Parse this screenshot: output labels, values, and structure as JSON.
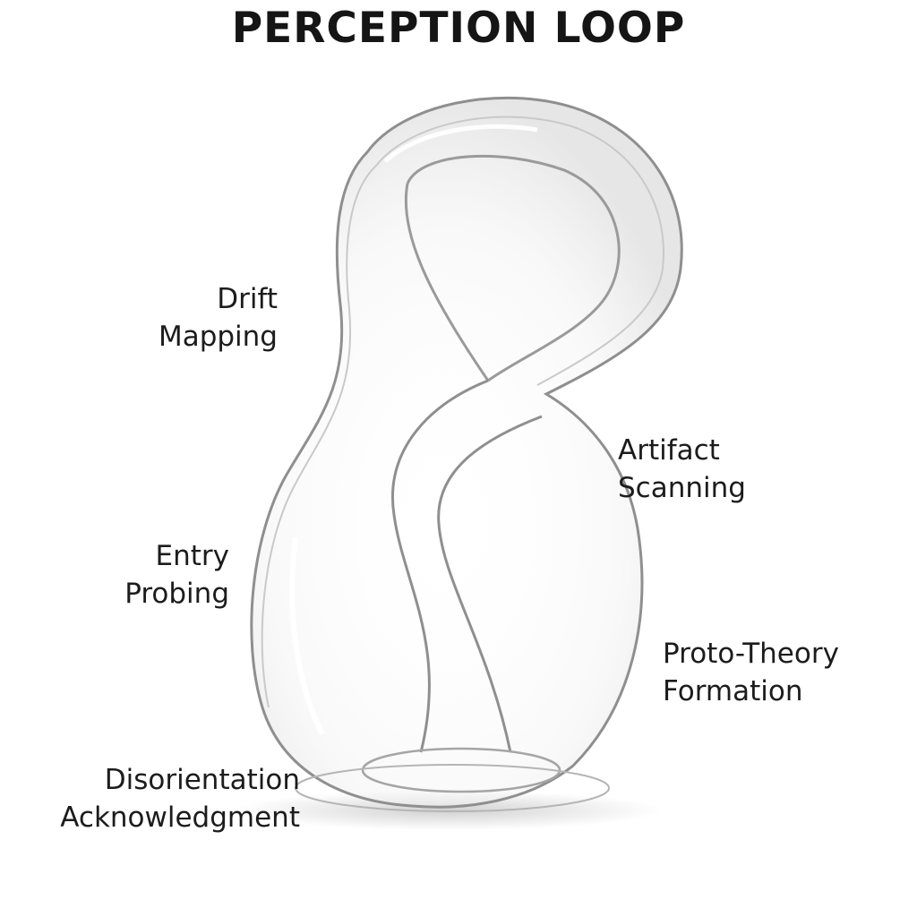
{
  "title": "PERCEPTION LOOP",
  "stages": [
    {
      "line1": "Drift",
      "line2": "Mapping"
    },
    {
      "line1": "Artifact",
      "line2": "Scanning"
    },
    {
      "line1": "Entry",
      "line2": "Probing"
    },
    {
      "line1": "Proto-Theory",
      "line2": "Formation"
    },
    {
      "line1": "Disorientation",
      "line2": "Acknowledgment"
    }
  ],
  "colors": {
    "background": "#ffffff",
    "text": "#1c1c1c",
    "glass_edge": "#9a9a9a",
    "glass_highlight": "#e6e6e6"
  }
}
